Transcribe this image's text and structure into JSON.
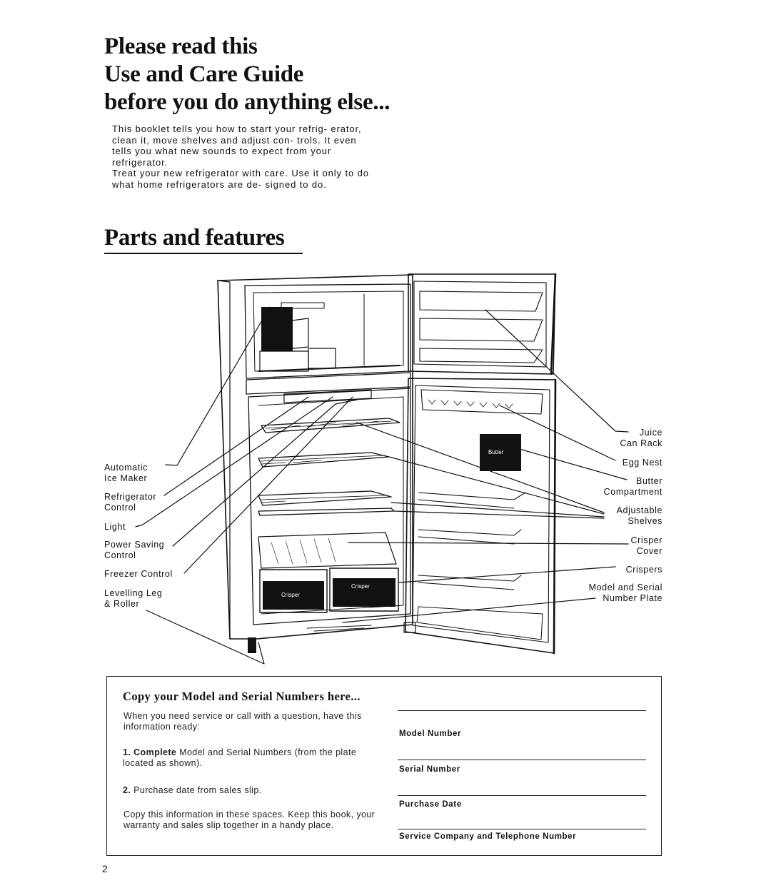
{
  "header": {
    "title_lines": [
      "Please read this",
      "Use and Care Guide",
      "before you do anything else..."
    ]
  },
  "intro": {
    "paragraphs": [
      "This booklet tells you how to start your refrig- erator, clean it, move shelves and adjust con- trols. It even tells you what new sounds to expect from your refrigerator.",
      "Treat your new refrigerator with care. Use it only to do what home refrigerators are de- signed to do."
    ]
  },
  "parts": {
    "section_title": "Parts and features",
    "left_labels": {
      "ice_maker": "Automatic\nIce Maker",
      "refrigerator_control": "Refrigerator\nControl",
      "light": "Light",
      "power_saving": "Power Saving\nControl",
      "freezer_control": "Freezer Control",
      "levelling_leg": "Levelling Leg\n& Roller"
    },
    "right_labels": {
      "juice_rack": "Juice\nCan Rack",
      "egg_nest": "Egg Nest",
      "butter": "Butter\nCompartment",
      "shelves": "Adjustable\nShelves",
      "crisper_cover": "Crisper\nCover",
      "crispers": "Crispers",
      "model_plate": "Model and Serial\nNumber Plate"
    },
    "drawing_text": {
      "crisper_left": "Crisper",
      "crisper_right": "Crisper",
      "butter": "Butter"
    }
  },
  "record": {
    "heading": "Copy your Model and Serial Numbers here...",
    "intro": "When you need service or call with a question, have this information ready:",
    "step1_num": "1.",
    "step1_bold": "Complete",
    "step1_text": " Model and Serial Numbers (from the plate located as shown).",
    "step2_num": "2.",
    "step2_text": " Purchase date from sales slip.",
    "closing": "Copy this information in these spaces. Keep this book, your warranty and sales slip together in a handy place.",
    "fields": [
      "Model Number",
      "Serial Number",
      "Purchase Date",
      "Service Company and Telephone Number"
    ]
  },
  "page_number": "2"
}
